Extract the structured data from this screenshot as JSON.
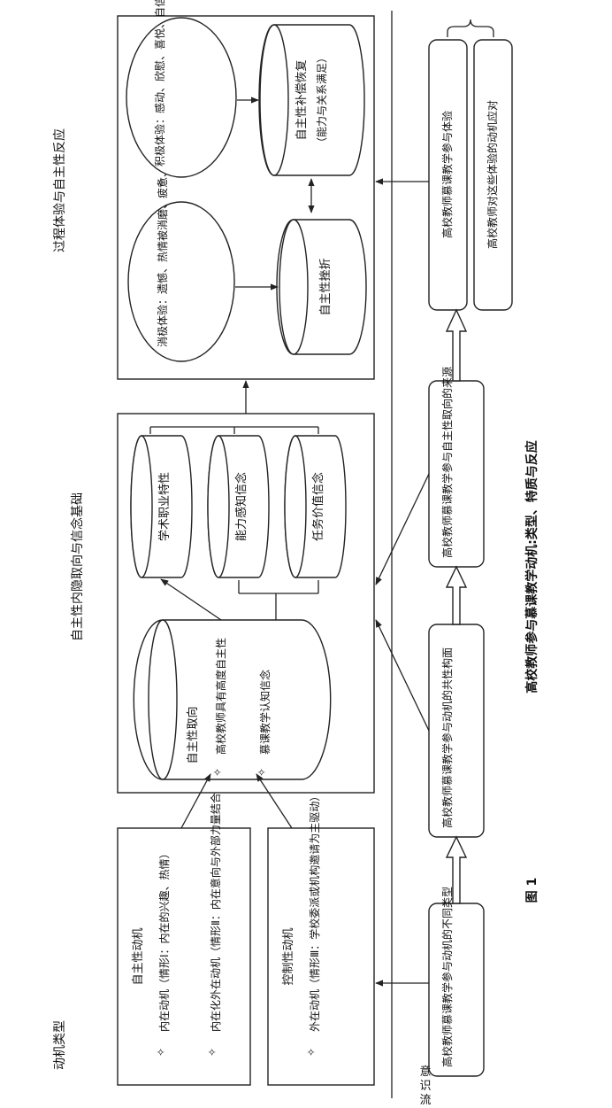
{
  "figure": {
    "caption_number": "图 1",
    "caption_title": "高校教师参与慕课教学动机:类型、特质与反应"
  },
  "sections": {
    "motivation_type": "动机类型",
    "basis": "自主性内隐取向与信念基础",
    "process": "过程体验与自主性反应"
  },
  "motivation": {
    "autonomous": {
      "title": "自主性动机",
      "item1": "内在动机（情形Ⅰ：内在的兴趣、热情）",
      "item2": "内在化外在动机（情形Ⅱ：内在意向与外部力量结合）"
    },
    "controlled": {
      "title": "控制性动机",
      "item1": "外在动机（情形Ⅲ：学校委派或机构邀请为主驱动）"
    }
  },
  "basis": {
    "cylinder_title": "自主性取向",
    "cyl_item1": "高校教师具有高度自主性",
    "cyl_item2": "慕课教学认知信念",
    "traits": [
      "学术职业特性",
      "能力感知信念",
      "任务价值信念"
    ]
  },
  "process": {
    "neg_ellipse": "消极体验：遗憾、热情被消磨、疲惫、负情绪",
    "pos_ellipse": "积极体验：感动、欣慰、喜悦、自信、满足、成就感、存在感",
    "frustration": "自主性挫折",
    "compensation": "自主性补偿恢复",
    "compensation_sub": "（能力与关系满足）"
  },
  "flow": {
    "label": "意识流",
    "step1": "高校教师慕课教学参与动机的不同类型",
    "step2": "高校教师慕课教学参与动机的共性构面",
    "step3": "高校教师慕课教学参与自主性取向的来源",
    "step4a": "高校教师慕课教学参与体验",
    "step4b": "高校教师对这些体验的动机应对"
  }
}
